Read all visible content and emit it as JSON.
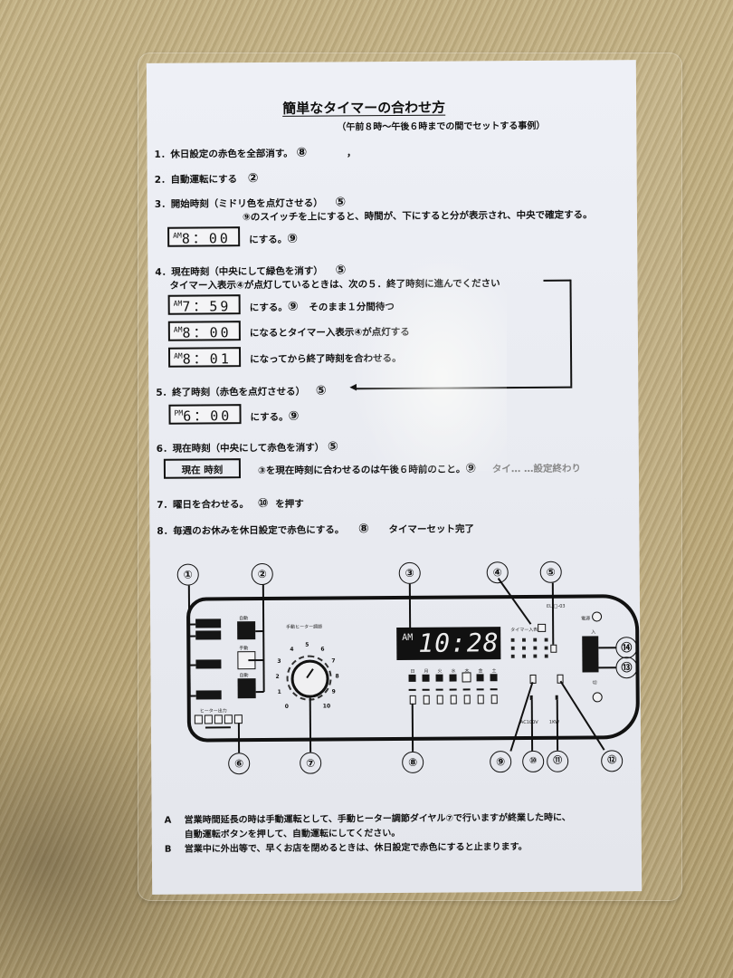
{
  "document": {
    "title": "簡単なタイマーの合わせ方",
    "subtitle": "（午前８時〜午後６時までの間でセットする事例）",
    "steps": [
      {
        "num": "1．",
        "text": "休日設定の赤色を全部消す。",
        "ref": "⑧",
        "extra": "，"
      },
      {
        "num": "2．",
        "text": "自動運転にする",
        "ref": "②"
      },
      {
        "num": "3．",
        "text": "開始時刻（ミドリ色を点灯させる）",
        "ref": "⑤",
        "detail": "⑨のスイッチを上にすると、時間が、下にすると分が表示され、中央で確定する。",
        "displays": [
          {
            "ampm": "AM",
            "time": "8：00",
            "text": "にする。",
            "ref": "⑨"
          }
        ]
      },
      {
        "num": "4．",
        "text": "現在時刻（中央にして緑色を消す）",
        "ref": "⑤",
        "detail": "タイマー入表示④が点灯しているときは、次の５．終了時刻に進んでください",
        "displays": [
          {
            "ampm": "AM",
            "time": "7：59",
            "text": "にする。",
            "ref": "⑨",
            "after": "そのまま１分間待つ"
          },
          {
            "ampm": "AM",
            "time": "8：00",
            "text": "になるとタイマー入表示④が点灯する"
          },
          {
            "ampm": "AM",
            "time": "8：01",
            "text": "になってから終了時刻を合わせる。"
          }
        ]
      },
      {
        "num": "5．",
        "text": "終了時刻（赤色を点灯させる）",
        "ref": "⑤",
        "displays": [
          {
            "ampm": "PM",
            "time": "6：00",
            "text": "にする。",
            "ref": "⑨"
          }
        ]
      },
      {
        "num": "6．",
        "text": "現在時刻（中央にして赤色を消す）",
        "ref": "⑤",
        "box_label": "現在 時刻",
        "box_text": "③を現在時刻に合わせるのは午後６時前のこと。",
        "box_ref": "⑨",
        "faded_text": "タイ… …設定終わり"
      },
      {
        "num": "7．",
        "text": "曜日を合わせる。",
        "ref": "⑩",
        "after": "を押す"
      },
      {
        "num": "8．",
        "text": "毎週のお休みを休日設定で赤色にする。",
        "ref": "⑧",
        "after": "タイマーセット完了"
      }
    ],
    "notes": [
      {
        "label": "A",
        "lines": [
          "営業時間延長の時は手動運転として、手動ヒーター調節ダイヤル⑦で行いますが終業した時に、",
          "自動運転ボタンを押して、自動運転にしてください。"
        ]
      },
      {
        "label": "B",
        "lines": [
          "営業中に外出等で、早くお店を閉めるときは、休日設定で赤色にすると止まります。"
        ]
      }
    ]
  },
  "diagram": {
    "callouts": [
      "①",
      "②",
      "③",
      "④",
      "⑤",
      "⑥",
      "⑦",
      "⑧",
      "⑨",
      "⑩",
      "⑪",
      "⑫",
      "⑬",
      "⑭"
    ],
    "display": {
      "ampm": "AM",
      "time": "10:28"
    },
    "dial_label": "手動ヒーター調節",
    "dial_numbers": [
      "0",
      "1",
      "2",
      "3",
      "4",
      "5",
      "6",
      "7",
      "8",
      "9",
      "10"
    ],
    "heater_label": "ヒーター出力",
    "model": "EL-□-03",
    "power_label": "電源",
    "voltage": "AC100V",
    "wattage": "1KW",
    "mode_labels": [
      "自動",
      "手動",
      "自動"
    ],
    "timer_label": "タイマー入表示",
    "on_label": "入",
    "off_label": "切",
    "days": [
      "日",
      "月",
      "火",
      "水",
      "木",
      "金",
      "土"
    ]
  }
}
